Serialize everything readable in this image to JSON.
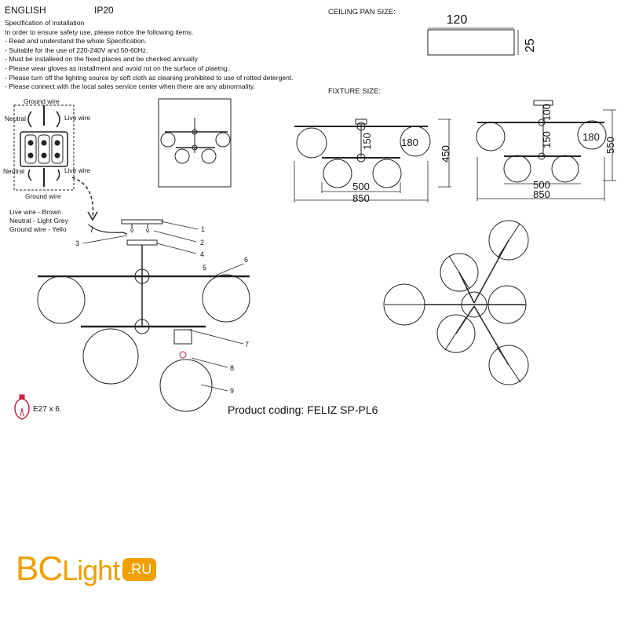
{
  "header": {
    "language": "ENGLISH",
    "ip_rating": "IP20",
    "ceiling_pan_label": "CEILING PAN  SIZE:",
    "fixture_size_label": "FIXTURE SIZE:"
  },
  "specification": [
    "Specification of installation",
    "In order to ensure safety use, please notice the following items.",
    "- Read and understand the whole Specification.",
    "- Suitable for the use of 220-240V and 50-60Hz.",
    "- Must be installeed on the fixed places and be checked annually",
    "- Please wear gloves as installment and avoid rot on the surface of plaetng.",
    "- Please turn off the lighitng source by soft cloth as cleaning prohibited to use of rotted detergent.",
    "- Please connect with the local sales service center when there are any abnormality."
  ],
  "wiring": {
    "ground_wire_top": "Ground wire",
    "neutral_left": "Neutral",
    "live_right": "Live wire",
    "neutral_left_2": "Neutral",
    "live_right_2": "Live wire",
    "ground_wire_bottom": "Ground wire",
    "legend": [
      "Live wire - Brown",
      "Neutral - Light Grey",
      "Ground wire - Yello"
    ]
  },
  "ceiling_pan": {
    "width": "120",
    "height": "25"
  },
  "fixture_dims": {
    "left": {
      "total_width": "850",
      "lower_width": "500",
      "rod": "150",
      "globe": "180",
      "height": "450"
    },
    "right": {
      "total_width": "850",
      "lower_width": "500",
      "rod": "150",
      "top": "100",
      "globe": "180",
      "height": "550"
    }
  },
  "part_numbers": [
    "1",
    "2",
    "3",
    "4",
    "5",
    "6",
    "7",
    "8",
    "9"
  ],
  "bulb": "E27 x 6",
  "product_coding": "Product coding: FELIZ SP-PL6",
  "logo": {
    "bc": "BC",
    "light": "Light",
    "ru": ".RU"
  },
  "colors": {
    "logo_orange": "#f0a000",
    "bulb_red": "#d02040"
  }
}
